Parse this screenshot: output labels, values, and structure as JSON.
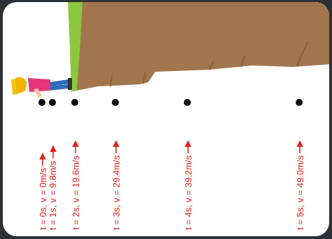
{
  "diagram": {
    "labels": [
      "t = 0s, v = 0m/s",
      "t = 1s, v = 9.8m/s",
      "t = 2s, v = 19.6m/s",
      "t = 3s, v = 29.4m/s",
      "t = 4s, v = 39.2m/s",
      "t = 5s, v = 49.0m/s"
    ]
  }
}
